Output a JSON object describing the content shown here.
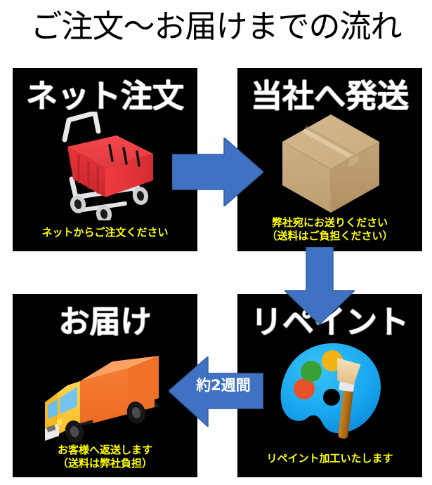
{
  "page": {
    "title": "ご注文～お届けまでの流れ",
    "background_color": "#ffffff",
    "panel_background_color": "#000000",
    "heading_color": "#ffffff",
    "caption_color": "#ffff00",
    "arrow_color": "#4072c4",
    "arrow_label_color": "#ffffff"
  },
  "steps": [
    {
      "id": "order",
      "heading": "ネット注文",
      "caption_line1": "ネットからご注文ください",
      "caption_line2": "",
      "icon": "shopping-cart-icon"
    },
    {
      "id": "ship",
      "heading": "当社へ発送",
      "caption_line1": "弊社宛にお送りください",
      "caption_line2": "（送料はご負担ください）",
      "icon": "cardboard-box-icon"
    },
    {
      "id": "repaint",
      "heading": "リペイント",
      "caption_line1": "リペイント加工いたします",
      "caption_line2": "",
      "icon": "paint-palette-icon"
    },
    {
      "id": "deliver",
      "heading": "お届け",
      "caption_line1": "お客様へ返送します",
      "caption_line2": "（送料は弊社負担）",
      "icon": "delivery-truck-icon"
    }
  ],
  "arrows": [
    {
      "id": "order-to-ship",
      "direction": "right",
      "label": ""
    },
    {
      "id": "ship-to-repaint",
      "direction": "down",
      "label": ""
    },
    {
      "id": "repaint-to-deliver",
      "direction": "left",
      "label": "約2週間"
    }
  ]
}
